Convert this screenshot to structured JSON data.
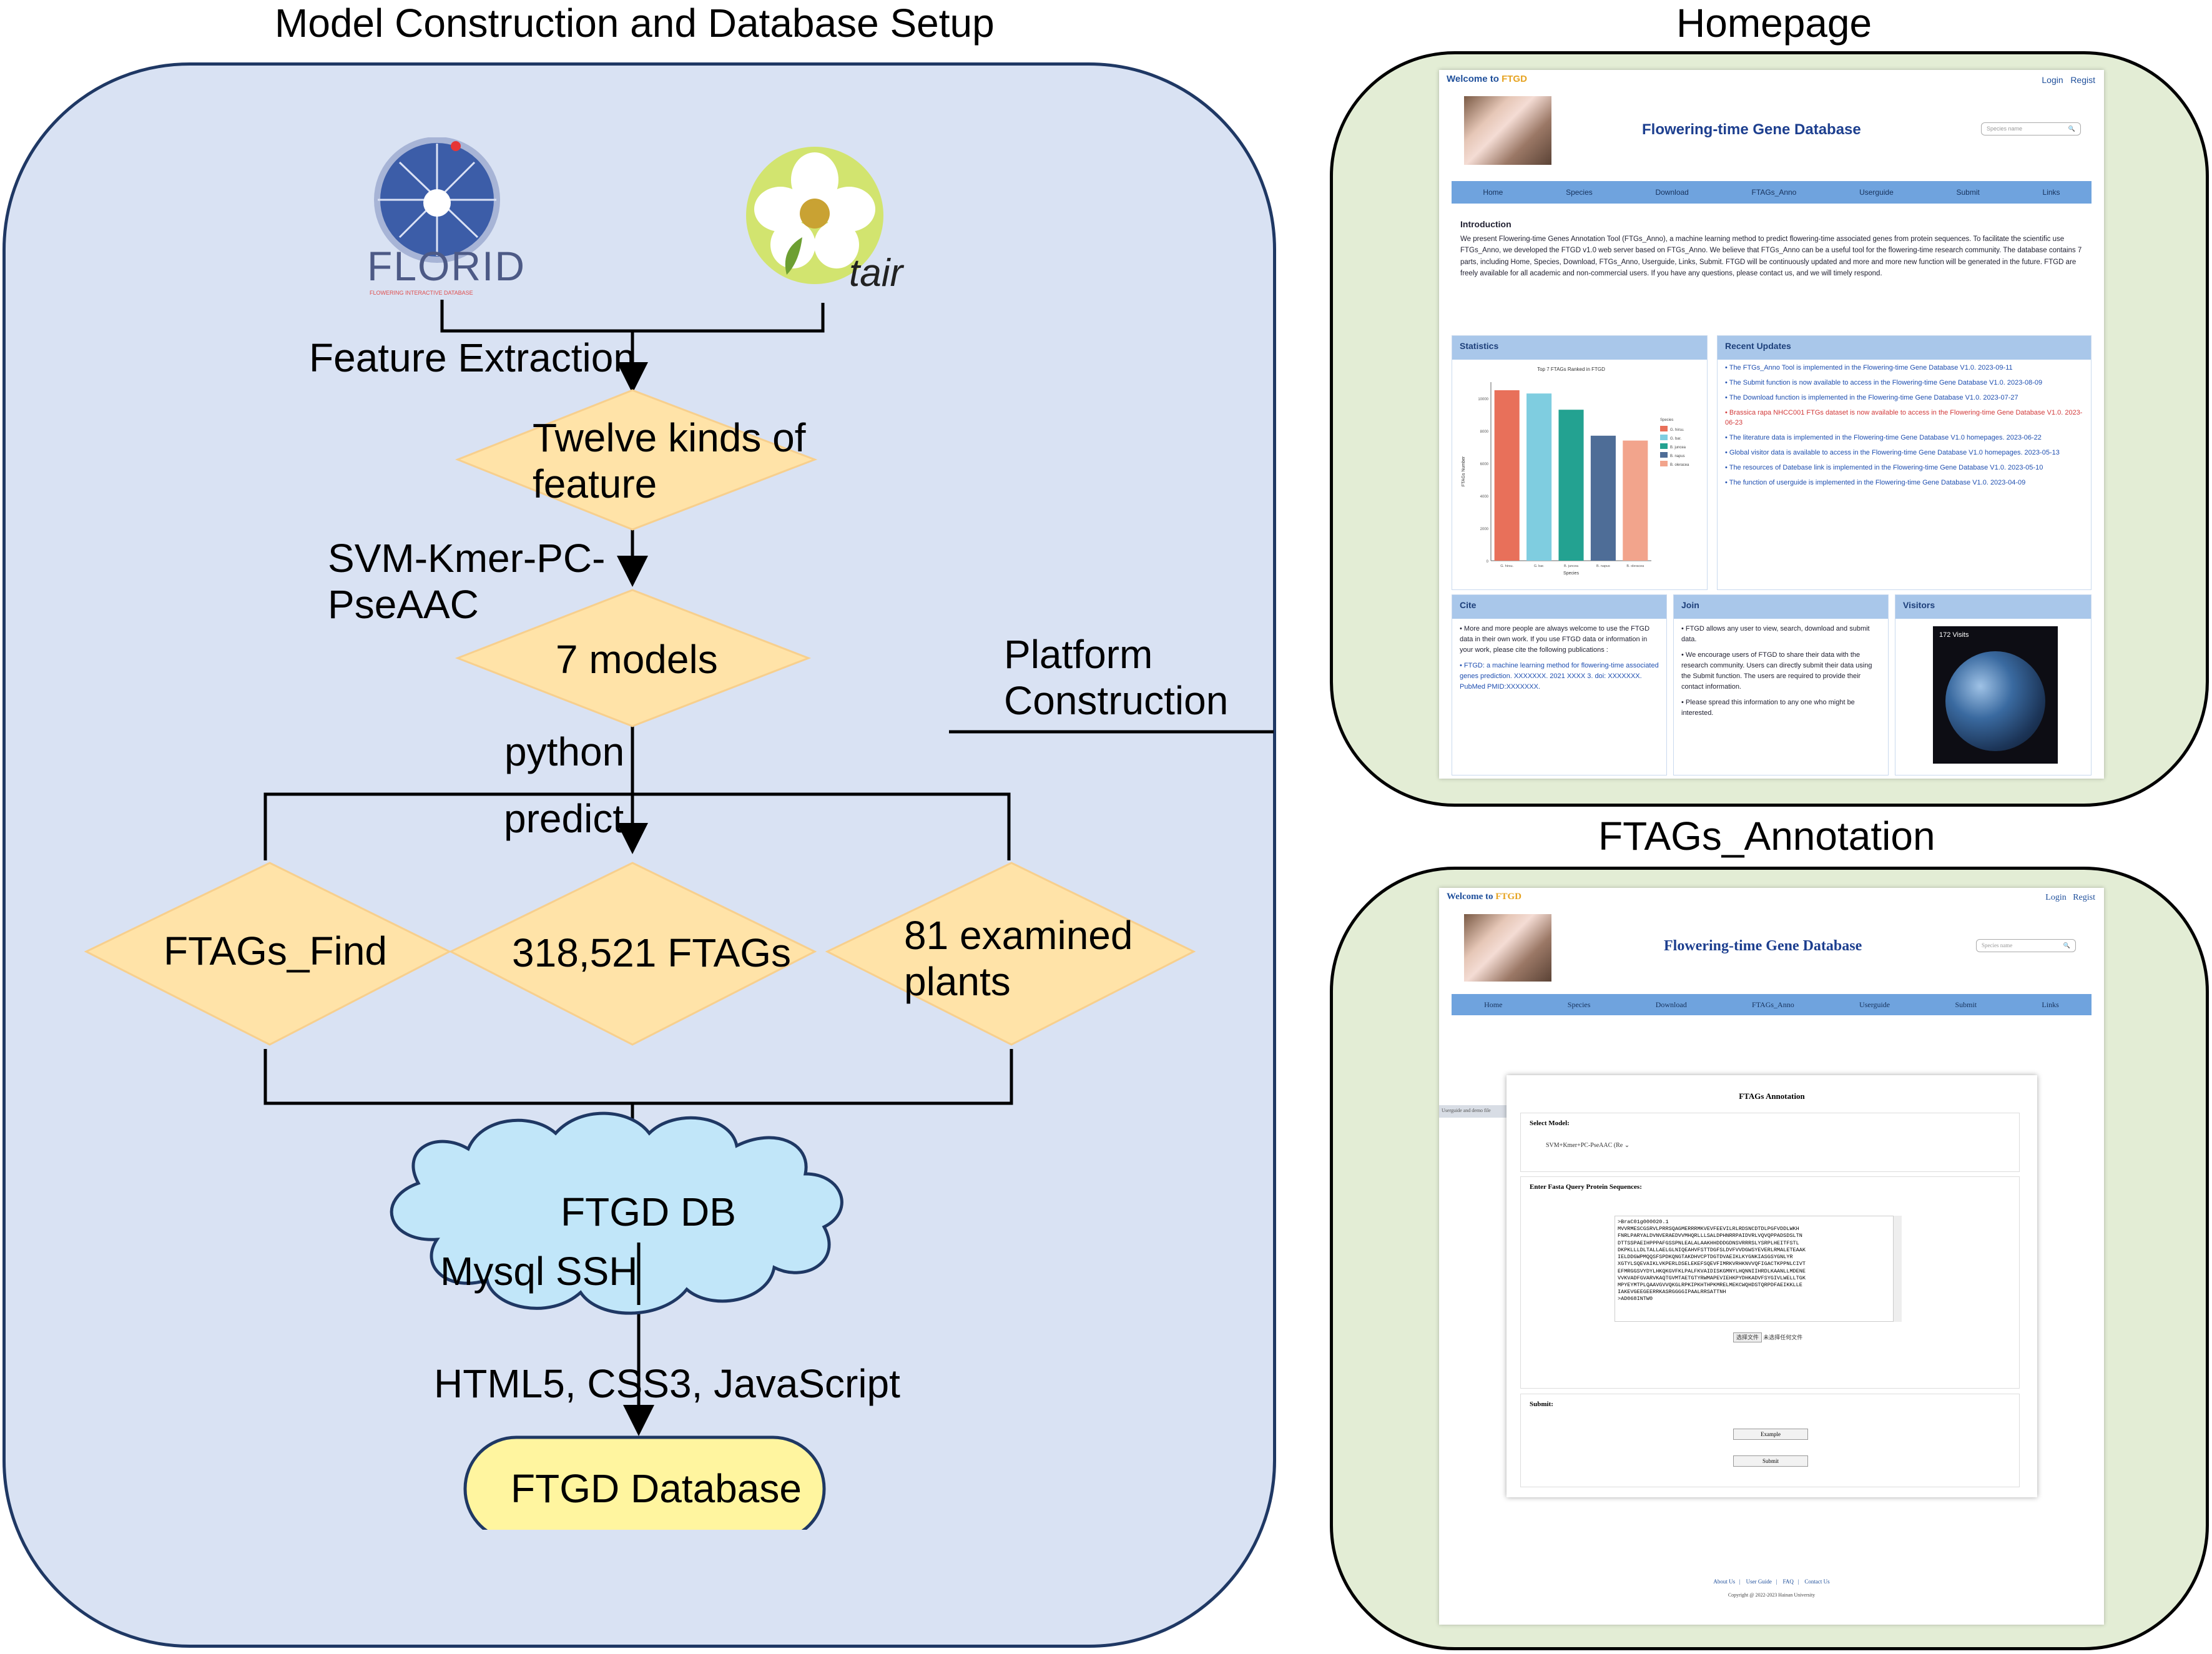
{
  "titles": {
    "left": "Model Construction and Database Setup",
    "homepage": "Homepage",
    "annotation": "FTAGs_Annotation"
  },
  "logos": {
    "florid": "FLORID",
    "florid_sub": "FLOWERING INTERACTIVE DATABASE",
    "tair": "tair"
  },
  "flow": {
    "feature_extraction": "Feature Extraction",
    "twelve_kinds": "Twelve kinds of\nfeature",
    "svm_label": "SVM-Kmer-PC-\nPseAAC",
    "seven_models": "7 models",
    "python": "python",
    "predict": "predict",
    "ftags_find": "FTAGs_Find",
    "ftags_count": "318,521 FTAGs",
    "examined_plants": "81 examined\nplants",
    "ftgd_db": "FTGD DB",
    "mysql": "Mysql SSH",
    "web_stack": "HTML5, CSS3, JavaScript",
    "ftgd_database": "FTGD Database",
    "platform": "Platform\nConstruction"
  },
  "homepage": {
    "welcome_prefix": "Welcome to ",
    "welcome_brand": "FTGD",
    "login": "Login",
    "register": "Regist",
    "site_title": "Flowering-time  Gene  Database",
    "search_placeholder": "Species name",
    "nav": [
      "Home",
      "Species",
      "Download",
      "FTAGs_Anno",
      "Userguide",
      "Submit",
      "Links"
    ],
    "intro_heading": "Introduction",
    "intro_text": "We present Flowering-time Genes Annotation Tool (FTGs_Anno), a machine learning method to predict flowering-time associated genes from protein sequences. To facilitate the scientific use FTGs_Anno, we developed the FTGD v1.0 web server based on FTGs_Anno. We believe that FTGs_Anno can be a useful tool for the flowering-time research community. The database contains 7 parts, including Home, Species, Download, FTGs_Anno, Userguide, Links, Submit. FTGD will be continuously updated and more and more new function will be generated in the future. FTGD are freely available for all academic and non-commercial users. If you have any questions, please contact us, and we will timely respond.",
    "statistics": "Statistics",
    "chart_title": "Top 7 FTAGs Ranked in FTGD",
    "chart_ylabel": "FTAGs Number",
    "chart_xlabel": "Species",
    "chart_legend_title": "Species",
    "recent_updates": "Recent  Updates",
    "updates": [
      "The FTGs_Anno Tool is implemented in the Flowering-time Gene Database V1.0. 2023-09-11",
      "The Submit function is now available to access in the Flowering-time Gene Database V1.0. 2023-08-09",
      "The Download function is implemented in the Flowering-time Gene Database V1.0. 2023-07-27",
      "Brassica rapa NHCC001 FTGs dataset is now available to access in the Flowering-time Gene Database V1.0. 2023-06-23",
      "The literature data is implemented in the Flowering-time Gene Database V1.0 homepages. 2023-06-22",
      "Global visitor data is available to access in the Flowering-time Gene Database V1.0 homepages. 2023-05-13",
      "The resources of Datebase link is implemented in the Flowering-time Gene Database V1.0. 2023-05-10",
      "The function of userguide is implemented in the Flowering-time Gene Database V1.0. 2023-04-09"
    ],
    "cite": "Cite",
    "cite_text_1": "More and more people are always welcome to use the FTGD data in their own work. If you use FTGD data or information in your work, please cite the following publications :",
    "cite_text_2": "FTGD: a machine learning method for flowering-time associated genes prediction. XXXXXXX. 2021 XXXX 3. doi: XXXXXXX. PubMed PMID:XXXXXXX.",
    "join": "Join",
    "join_text_1": "FTGD allows any user to view, search, download and submit data.",
    "join_text_2": "We encourage users of FTGD to share their data with the research community. Users can directly submit their data using the Submit function. The users are required to provide their contact information.",
    "join_text_3": "Please spread this information to any one who might be interested.",
    "visitors": "Visitors",
    "visits": "172 Visits"
  },
  "annotation": {
    "welcome_prefix": "Welcome to ",
    "welcome_brand": "FTGD",
    "login": "Login",
    "register": "Regist",
    "site_title": "Flowering-time  Gene  Database",
    "search_placeholder": "Species name",
    "nav": [
      "Home",
      "Species",
      "Download",
      "FTAGs_Anno",
      "Userguide",
      "Submit",
      "Links"
    ],
    "side_tab": "Userguide and demo file",
    "form_title": "FTAGs  Annotation",
    "select_model_label": "Select Model:",
    "select_model_value": "SVM+Kmer+PC-PseAAC (Re",
    "fasta_label": "Enter Fasta Query Protein Sequences:",
    "fasta_value": ">BraC01g000020.1\nMVVRMESCGSRVLPRRSQAGMERRRMKVEVFEEVILRLRDSNCDTDLPGFVDDLWKH\nFNRLPARYALDVNVERAEDVVMHQRLLLSALDPHNRRPAIDVRLVQVQPPADSDSLTN\nDTTSSPAEIHPPPAFGSSPNLEALALAAKHHDDDGDNSVRRRSLYSRPLHEITFSTL\nDKPKLLLDLTALLAELGLNIQEAHVFSTTDGFSLDVFVVDGWSYEVERLRMALETEAAK\nIELDDGWPMQQSFSPDKQNGTAKDHVCPTDGTDVAEIKLKYGNKIASGSYGNLYR\nXGTYLSQEVAIKLVKPERLDSELEKEFSQEVFIMRKVRHKNVVQFIGACTKPPNLCIVT\nEFMRGGSVYDYLHKQKGVFKLPALFKVAIDISKGMNYLHQNNIIHRDLKAANLLMDENE\nVVKVADFGVARVKAQTGVMTAETGTYRWMAPEVIEHKPYDHKADVFSYGIVLWELLTGK\nMPYEYMTPLQAAVGVVQKGLRPKIPKHTHPKMRELMEKCWQHDSTQRPDFAEIKKLLE\nIAKEVGEEGEERRKASRGGGGIPAALRRSATTNH\n>AD068INTW0",
    "upload_button": "选择文件",
    "upload_status": "未选择任何文件",
    "submit_label": "Submit:",
    "example_button": "Example",
    "submit_button": "Submit",
    "footer_links": [
      "About Us",
      "User Guide",
      "FAQ",
      "Contact Us"
    ],
    "copyright": "Copyright @ 2022-2023 Hainan University"
  },
  "chart_data": {
    "type": "bar",
    "title": "Top 7 FTAGs Ranked in FTGD",
    "ylabel": "FTAGs Number",
    "xlabel": "Species",
    "categories": [
      "G. hirsu.",
      "G. bar.",
      "B. juncea",
      "B. napus",
      "B. oleracea"
    ],
    "values": [
      10500,
      10300,
      9300,
      7700,
      7400
    ],
    "ylim": [
      0,
      11000
    ],
    "colors": [
      "#e8705a",
      "#7fcde0",
      "#23a291",
      "#4e6d97",
      "#f2a48c"
    ],
    "legend_position": "right",
    "grid": false
  }
}
